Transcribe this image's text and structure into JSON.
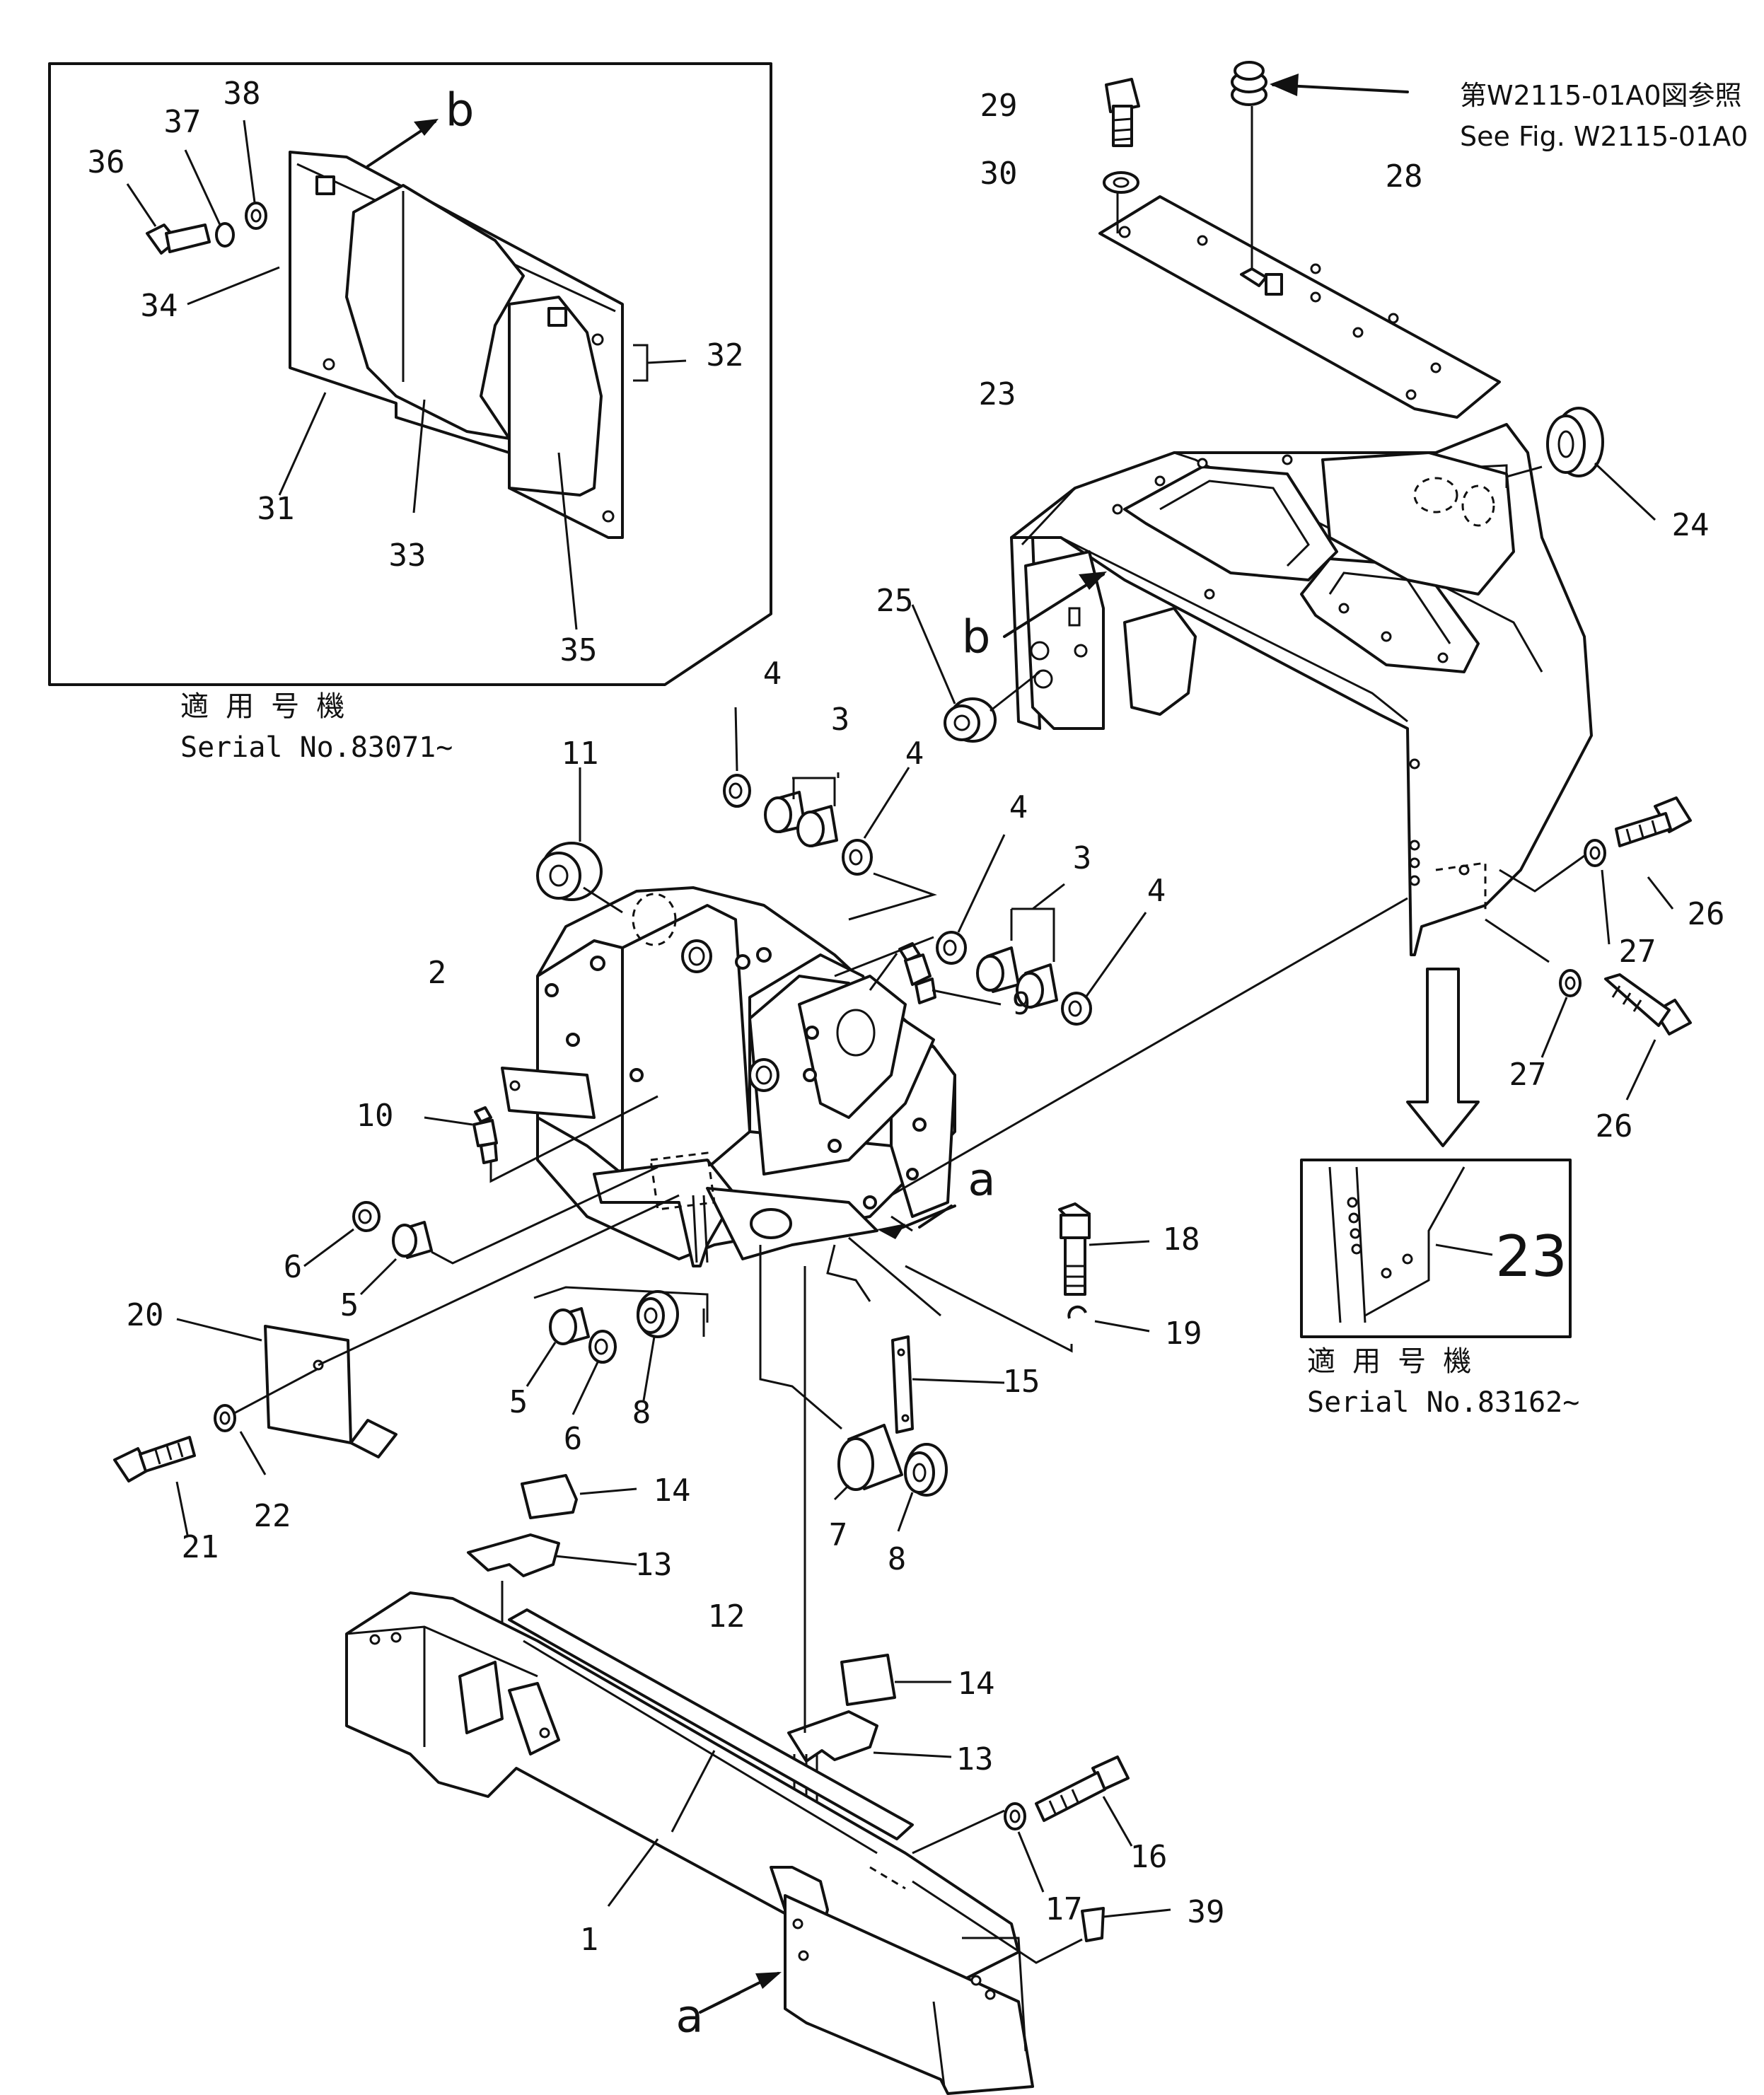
{
  "reference": {
    "jp": "第W2115-01A0図参照",
    "en": "See Fig. W2115-01A0"
  },
  "inset_b": {
    "view_letter": "b",
    "serial_jp": "適 用 号 機",
    "serial_en": "Serial No.83071~"
  },
  "inset_23": {
    "part_label": "23",
    "serial_jp": "適 用 号 機",
    "serial_en": "Serial No.83162~"
  },
  "view_letters": {
    "a": "a",
    "b": "b"
  },
  "callouts": {
    "c1": "1",
    "c2": "2",
    "c3a": "3",
    "c3b": "3",
    "c4a": "4",
    "c4b": "4",
    "c4c": "4",
    "c4d": "4",
    "c5a": "5",
    "c5b": "5",
    "c6a": "6",
    "c6b": "6",
    "c7": "7",
    "c8a": "8",
    "c8b": "8",
    "c9": "9",
    "c10": "10",
    "c11": "11",
    "c12": "12",
    "c13a": "13",
    "c13b": "13",
    "c14a": "14",
    "c14b": "14",
    "c15": "15",
    "c16": "16",
    "c17": "17",
    "c18": "18",
    "c19": "19",
    "c20": "20",
    "c21": "21",
    "c22": "22",
    "c23": "23",
    "c24": "24",
    "c25": "25",
    "c26a": "26",
    "c26b": "26",
    "c27a": "27",
    "c27b": "27",
    "c28": "28",
    "c29": "29",
    "c30": "30",
    "c31": "31",
    "c32": "32",
    "c33": "33",
    "c34": "34",
    "c35": "35",
    "c36": "36",
    "c37": "37",
    "c38": "38",
    "c39": "39"
  }
}
